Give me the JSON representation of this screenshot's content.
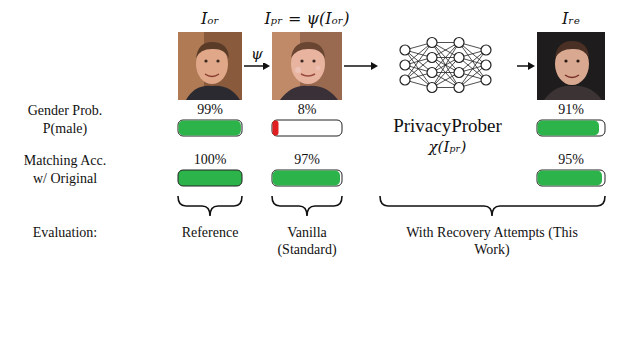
{
  "diagram": {
    "nodes": [
      {
        "text": [
          "Iₒᵣ"
        ]
      },
      {
        "text": [
          "Iₚᵣ = ψ(Iₒᵣ)"
        ]
      },
      {
        "text": [
          "PrivacyProber",
          "χ(Iₚᵣ)"
        ]
      },
      {
        "text": [
          "Iᵣₑ"
        ]
      }
    ],
    "edges": [
      {
        "from": 0,
        "to": 1,
        "label": "ψ",
        "arrow": "to"
      },
      {
        "from": 1,
        "to": 2,
        "arrow": "to"
      },
      {
        "from": 2,
        "to": 3,
        "arrow": "to"
      }
    ],
    "labels": [
      "Gender Prob.",
      "P(male)",
      "99%",
      "8%",
      "91%",
      "Matching Acc.",
      "w/ Original",
      "100%",
      "97%",
      "95%",
      "Evaluation:",
      "Reference",
      "Vanilla (Standard)",
      "With Recovery Attempts (This Work)"
    ]
  }
}
